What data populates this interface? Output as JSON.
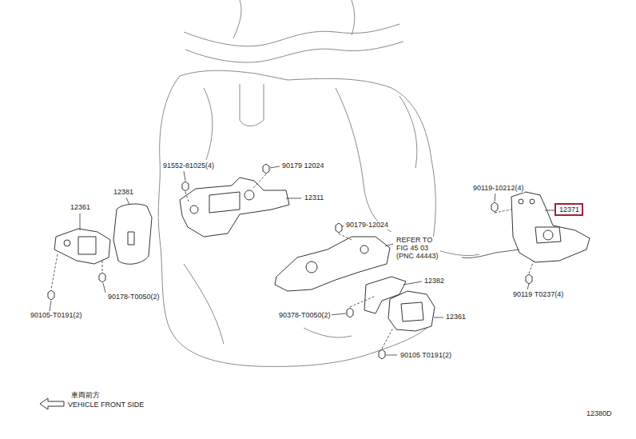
{
  "diagram": {
    "nodes": [
      {
        "text": [
          "12371"
        ]
      }
    ],
    "labels": [
      "91552-81025(4)",
      "90179 12024",
      "12311",
      "12381",
      "12361",
      "90178-T0050(2)",
      "90105-T0191(2)",
      "90179-12024",
      "REFER TO FIG 45 03 (PNC 44443)",
      "12382",
      "90378-T0050(2)",
      "12361",
      "90105 T0191(2)",
      "90119-10212(4)",
      "90119 T0237(4)",
      "車両前方",
      "VEHICLE FRONT SIDE",
      "12380D"
    ]
  }
}
